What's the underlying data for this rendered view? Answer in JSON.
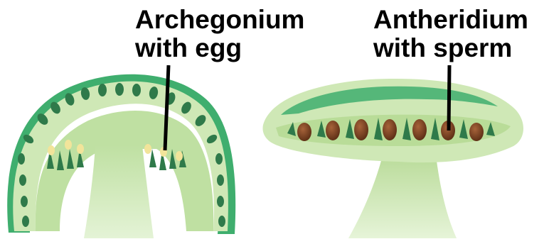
{
  "labels": {
    "archegonium": {
      "line1": "Archegonium",
      "line2": "with egg"
    },
    "antheridium": {
      "line1": "Antheridium",
      "line2": "with sperm"
    }
  },
  "colors": {
    "tissue_light": "#cfe8b6",
    "tissue_mid": "#b9dc98",
    "tissue_dark": "#3fae6e",
    "chamber_dark": "#2f7a4a",
    "egg": "#f2e49a",
    "sperm_body": "#6b3a1c",
    "pointer": "#000000"
  }
}
